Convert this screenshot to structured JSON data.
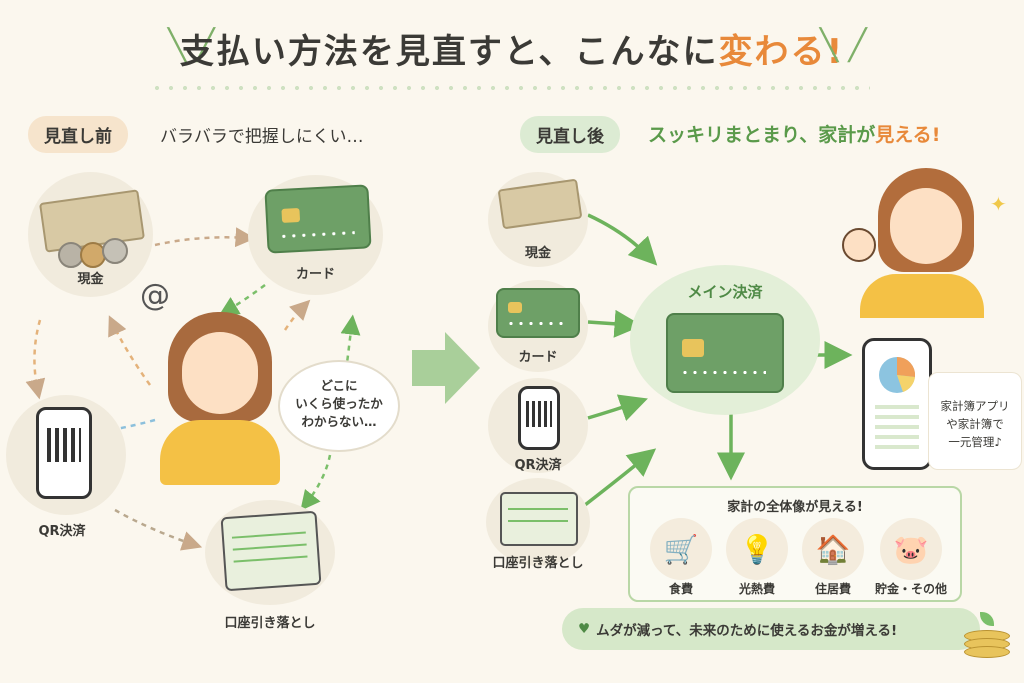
{
  "title": {
    "main": "支払い方法を見直すと、こんなに",
    "accent": "変わる",
    "excl": "!"
  },
  "before": {
    "badge": "見直し前",
    "subtitle": "バラバラで把握しにくい…",
    "cash": "現金",
    "card": "カード",
    "qr": "QR決済",
    "debit": "口座引き落とし",
    "thought": [
      "どこに",
      "いくら使ったか",
      "わからない…"
    ]
  },
  "after": {
    "badge": "見直し後",
    "subtitle_main": "スッキリまとまり、家計が",
    "subtitle_accent": "見える",
    "subtitle_end": "!",
    "cash": "現金",
    "card": "カード",
    "qr": "QR決済",
    "debit": "口座引き落とし",
    "main_payment": "メイン決済",
    "app_note": [
      "家計簿アプリ",
      "や家計簿で",
      "一元管理♪"
    ],
    "overview_title": "家計の全体像が見える!",
    "categories": [
      {
        "label": "食費",
        "icon": "cart-icon"
      },
      {
        "label": "光熱費",
        "icon": "bulb-icon"
      },
      {
        "label": "住居費",
        "icon": "house-icon"
      },
      {
        "label": "貯金・その他",
        "icon": "piggy-bank-icon"
      }
    ],
    "banner": "ムダが減って、未来のために使えるお金が増える!"
  },
  "colors": {
    "accent": "#e8893a",
    "green": "#5a9a4a",
    "card": "#6ea067"
  }
}
